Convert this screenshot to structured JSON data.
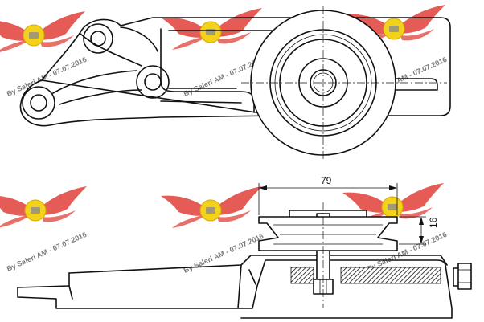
{
  "watermark": {
    "text": "By Saleri AM - 07.07.2016",
    "colors": {
      "wing": "#e0403a",
      "disc": "#f2d21a",
      "text": "#7a7a7a"
    }
  },
  "dimensions": {
    "width_label": "79",
    "height_label": "16"
  },
  "colors": {
    "line": "#111111",
    "background": "#ffffff"
  }
}
